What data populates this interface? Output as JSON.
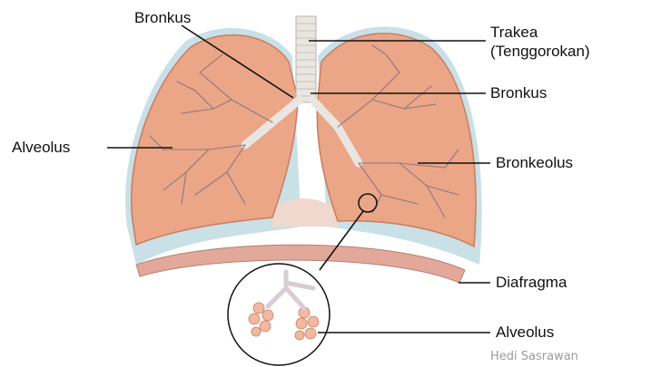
{
  "labels": {
    "bronkus_left": "Bronkus",
    "trakea_line1": "Trakea",
    "trakea_line2": "(Tenggorokan)",
    "bronkus_right": "Bronkus",
    "alveolus_left": "Alveolus",
    "bronkeolus": "Bronkeolus",
    "diafragma": "Diafragma",
    "alveolus_inset": "Alveolus"
  },
  "credit": "Hedi Sasrawan",
  "colors": {
    "lung_fill": "#eba688",
    "lung_outline": "#c97c60",
    "pleura": "#c9e0e6",
    "diaphragm": "#e2a99a",
    "airway": "#e9e6e1",
    "branch": "#8b7880",
    "leader_line": "#111111"
  }
}
